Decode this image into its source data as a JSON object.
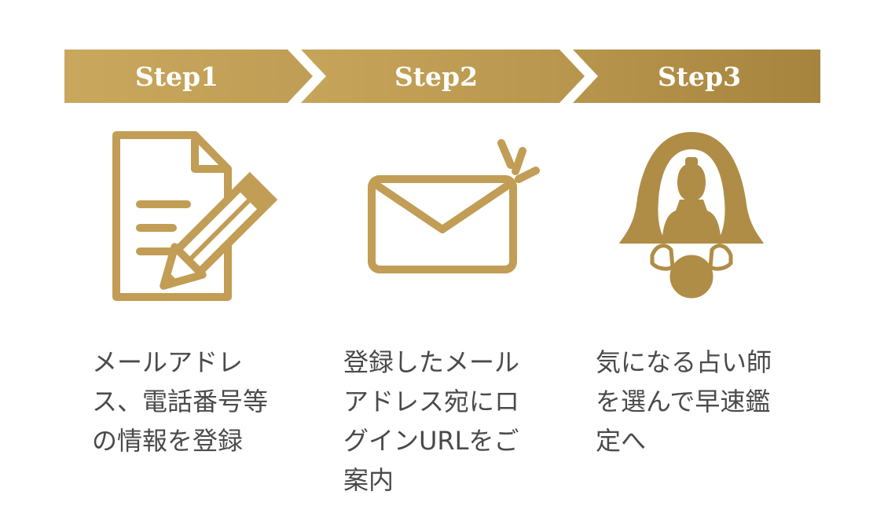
{
  "colors": {
    "gold_light": "#cdac62",
    "gold": "#bf9b51",
    "gold_dark": "#a8863f",
    "text": "#4a4a4a"
  },
  "steps": [
    {
      "label": "Step1",
      "icon": "document-pen-icon",
      "description": "メールアドレ\nス、電話番号等\nの情報を登録"
    },
    {
      "label": "Step2",
      "icon": "envelope-icon",
      "description": "登録したメール\nアドレス宛にロ\nグインURLをご\n案内"
    },
    {
      "label": "Step3",
      "icon": "fortune-teller-icon",
      "description": "気になる占い師\nを選んで早速鑑\n定へ"
    }
  ]
}
